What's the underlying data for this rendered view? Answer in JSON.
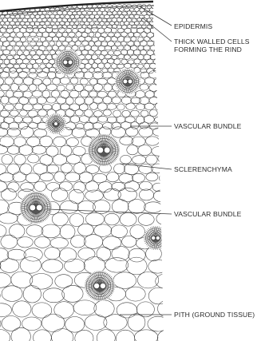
{
  "labels": {
    "epidermis": "EPIDERMIS",
    "thick_line1": "THICK WALLED CELLS",
    "thick_line2": "FORMING THE RIND",
    "vascular_bundle_1": "VASCULAR BUNDLE",
    "sclerenchyma": "SCLERENCHYMA",
    "vascular_bundle_2": "VASCULAR BUNDLE",
    "pith": "PITH (GROUND TISSUE)"
  },
  "colors": {
    "ink": "#3a3a3a",
    "background": "#ffffff"
  }
}
